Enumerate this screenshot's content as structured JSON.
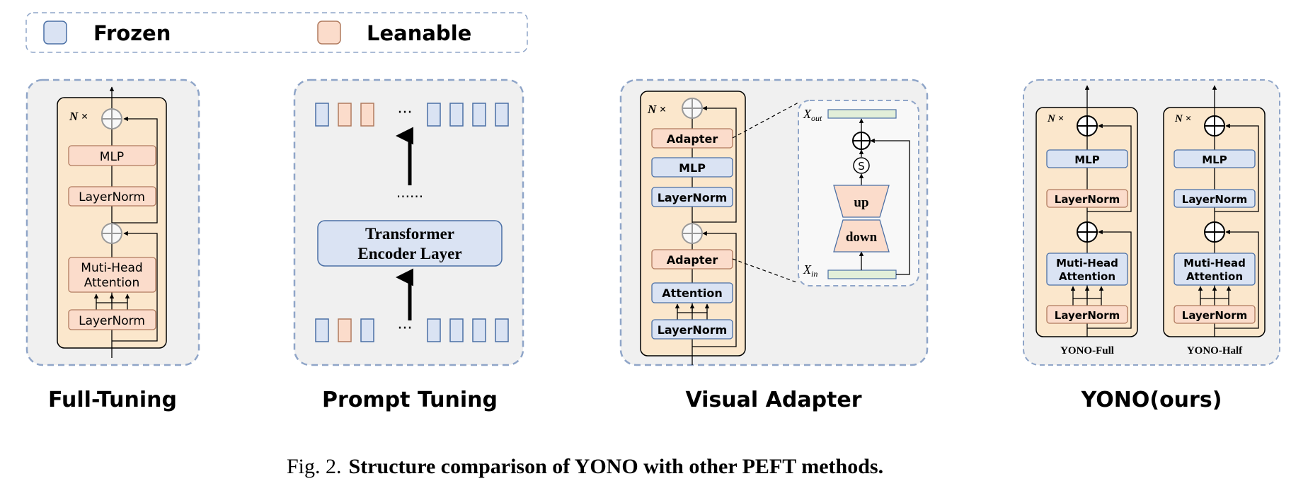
{
  "legend": {
    "frozen_label": "Frozen",
    "learnable_label": "Leanable"
  },
  "colors": {
    "frozen_fill": "#dae3f3",
    "frozen_stroke": "#4a6fa5",
    "learnable_fill": "#fbdccb",
    "learnable_stroke": "#b07a5e",
    "block_fill": "#fbe7cc",
    "panel_fill": "#f0f0f0",
    "panel_stroke": "#8fa5c8",
    "xline_fill": "#e2efd9"
  },
  "full_tuning": {
    "title": "Full-Tuning",
    "repeat": "N ×",
    "mlp": "MLP",
    "norm_top": "LayerNorm",
    "attn_line1": "Muti-Head",
    "attn_line2": "Attention",
    "norm_bottom": "LayerNorm"
  },
  "prompt_tuning": {
    "title": "Prompt Tuning",
    "ellipsis_top": "···",
    "ellipsis_mid": "······",
    "ellipsis_bottom": "···",
    "encoder_line1": "Transformer",
    "encoder_line2": "Encoder Layer"
  },
  "visual_adapter": {
    "title": "Visual Adapter",
    "repeat": "N ×",
    "adapter_top": "Adapter",
    "mlp": "MLP",
    "norm_top": "LayerNorm",
    "adapter_bottom": "Adapter",
    "attention": "Attention",
    "norm_bottom": "LayerNorm",
    "x_out_base": "X",
    "x_out_sub": "out",
    "x_in_base": "X",
    "x_in_sub": "in",
    "scale": "S",
    "up": "up",
    "down": "down"
  },
  "yono": {
    "title": "YONO(ours)",
    "full": {
      "repeat": "N ×",
      "mlp": "MLP",
      "norm_top": "LayerNorm",
      "attn_line1": "Muti-Head",
      "attn_line2": "Attention",
      "norm_bottom": "LayerNorm",
      "caption": "YONO-Full"
    },
    "half": {
      "repeat": "N ×",
      "mlp": "MLP",
      "norm_top": "LayerNorm",
      "attn_line1": "Muti-Head",
      "attn_line2": "Attention",
      "norm_bottom": "LayerNorm",
      "caption": "YONO-Half"
    }
  },
  "caption": {
    "prefix": "Fig. 2.",
    "text": "Structure comparison of YONO with other PEFT methods."
  }
}
